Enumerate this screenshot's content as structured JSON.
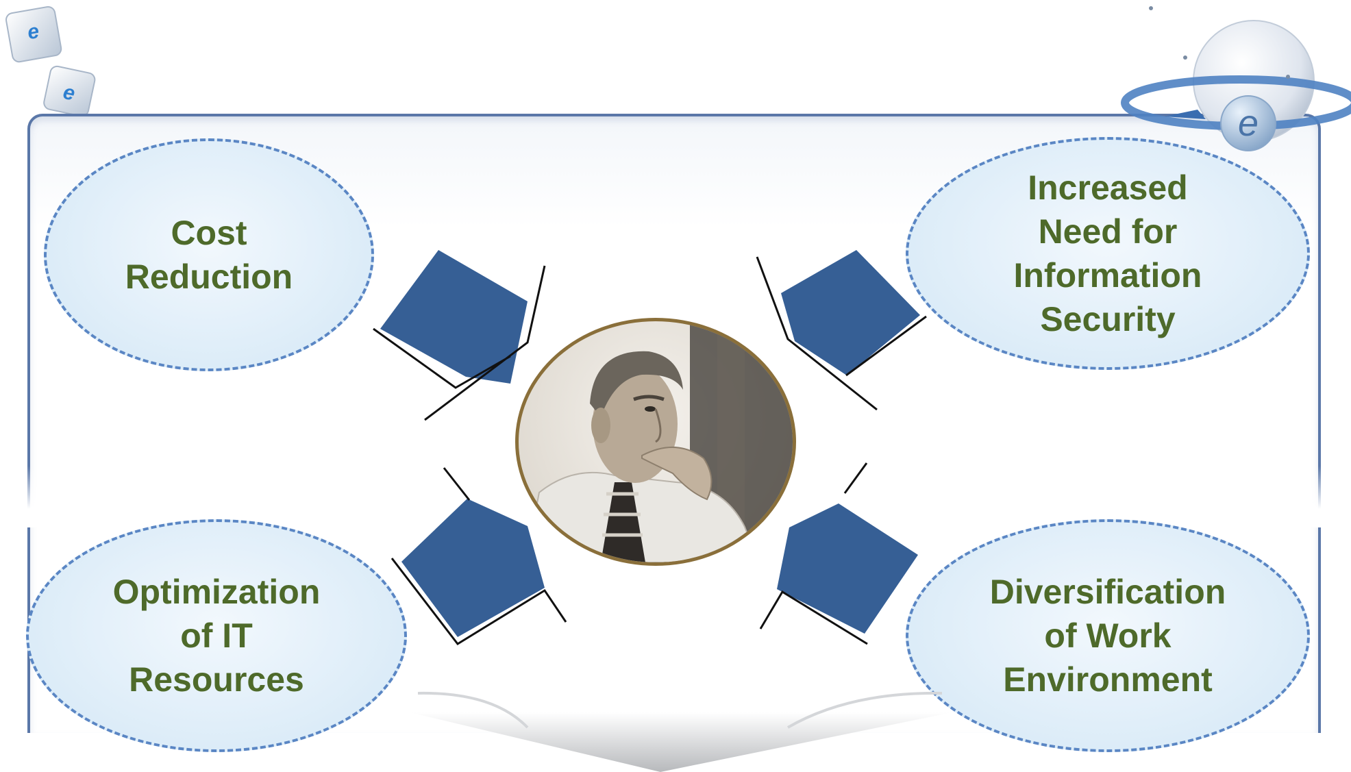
{
  "diagram": {
    "center_image": "thinking-man-portrait",
    "factors": [
      {
        "label": "Cost\nReduction"
      },
      {
        "label": "Increased\nNeed for\nInformation\nSecurity"
      },
      {
        "label": "Optimization\nof IT\nResources"
      },
      {
        "label": "Diversification\nof Work\nEnvironment"
      }
    ]
  },
  "colors": {
    "arrow": "#365f95",
    "bubble_border": "#5a86c4",
    "text": "#4e6a2a",
    "frame": "#5a77a8"
  },
  "icons": [
    "e-cube-icon",
    "globe-e-icon"
  ]
}
